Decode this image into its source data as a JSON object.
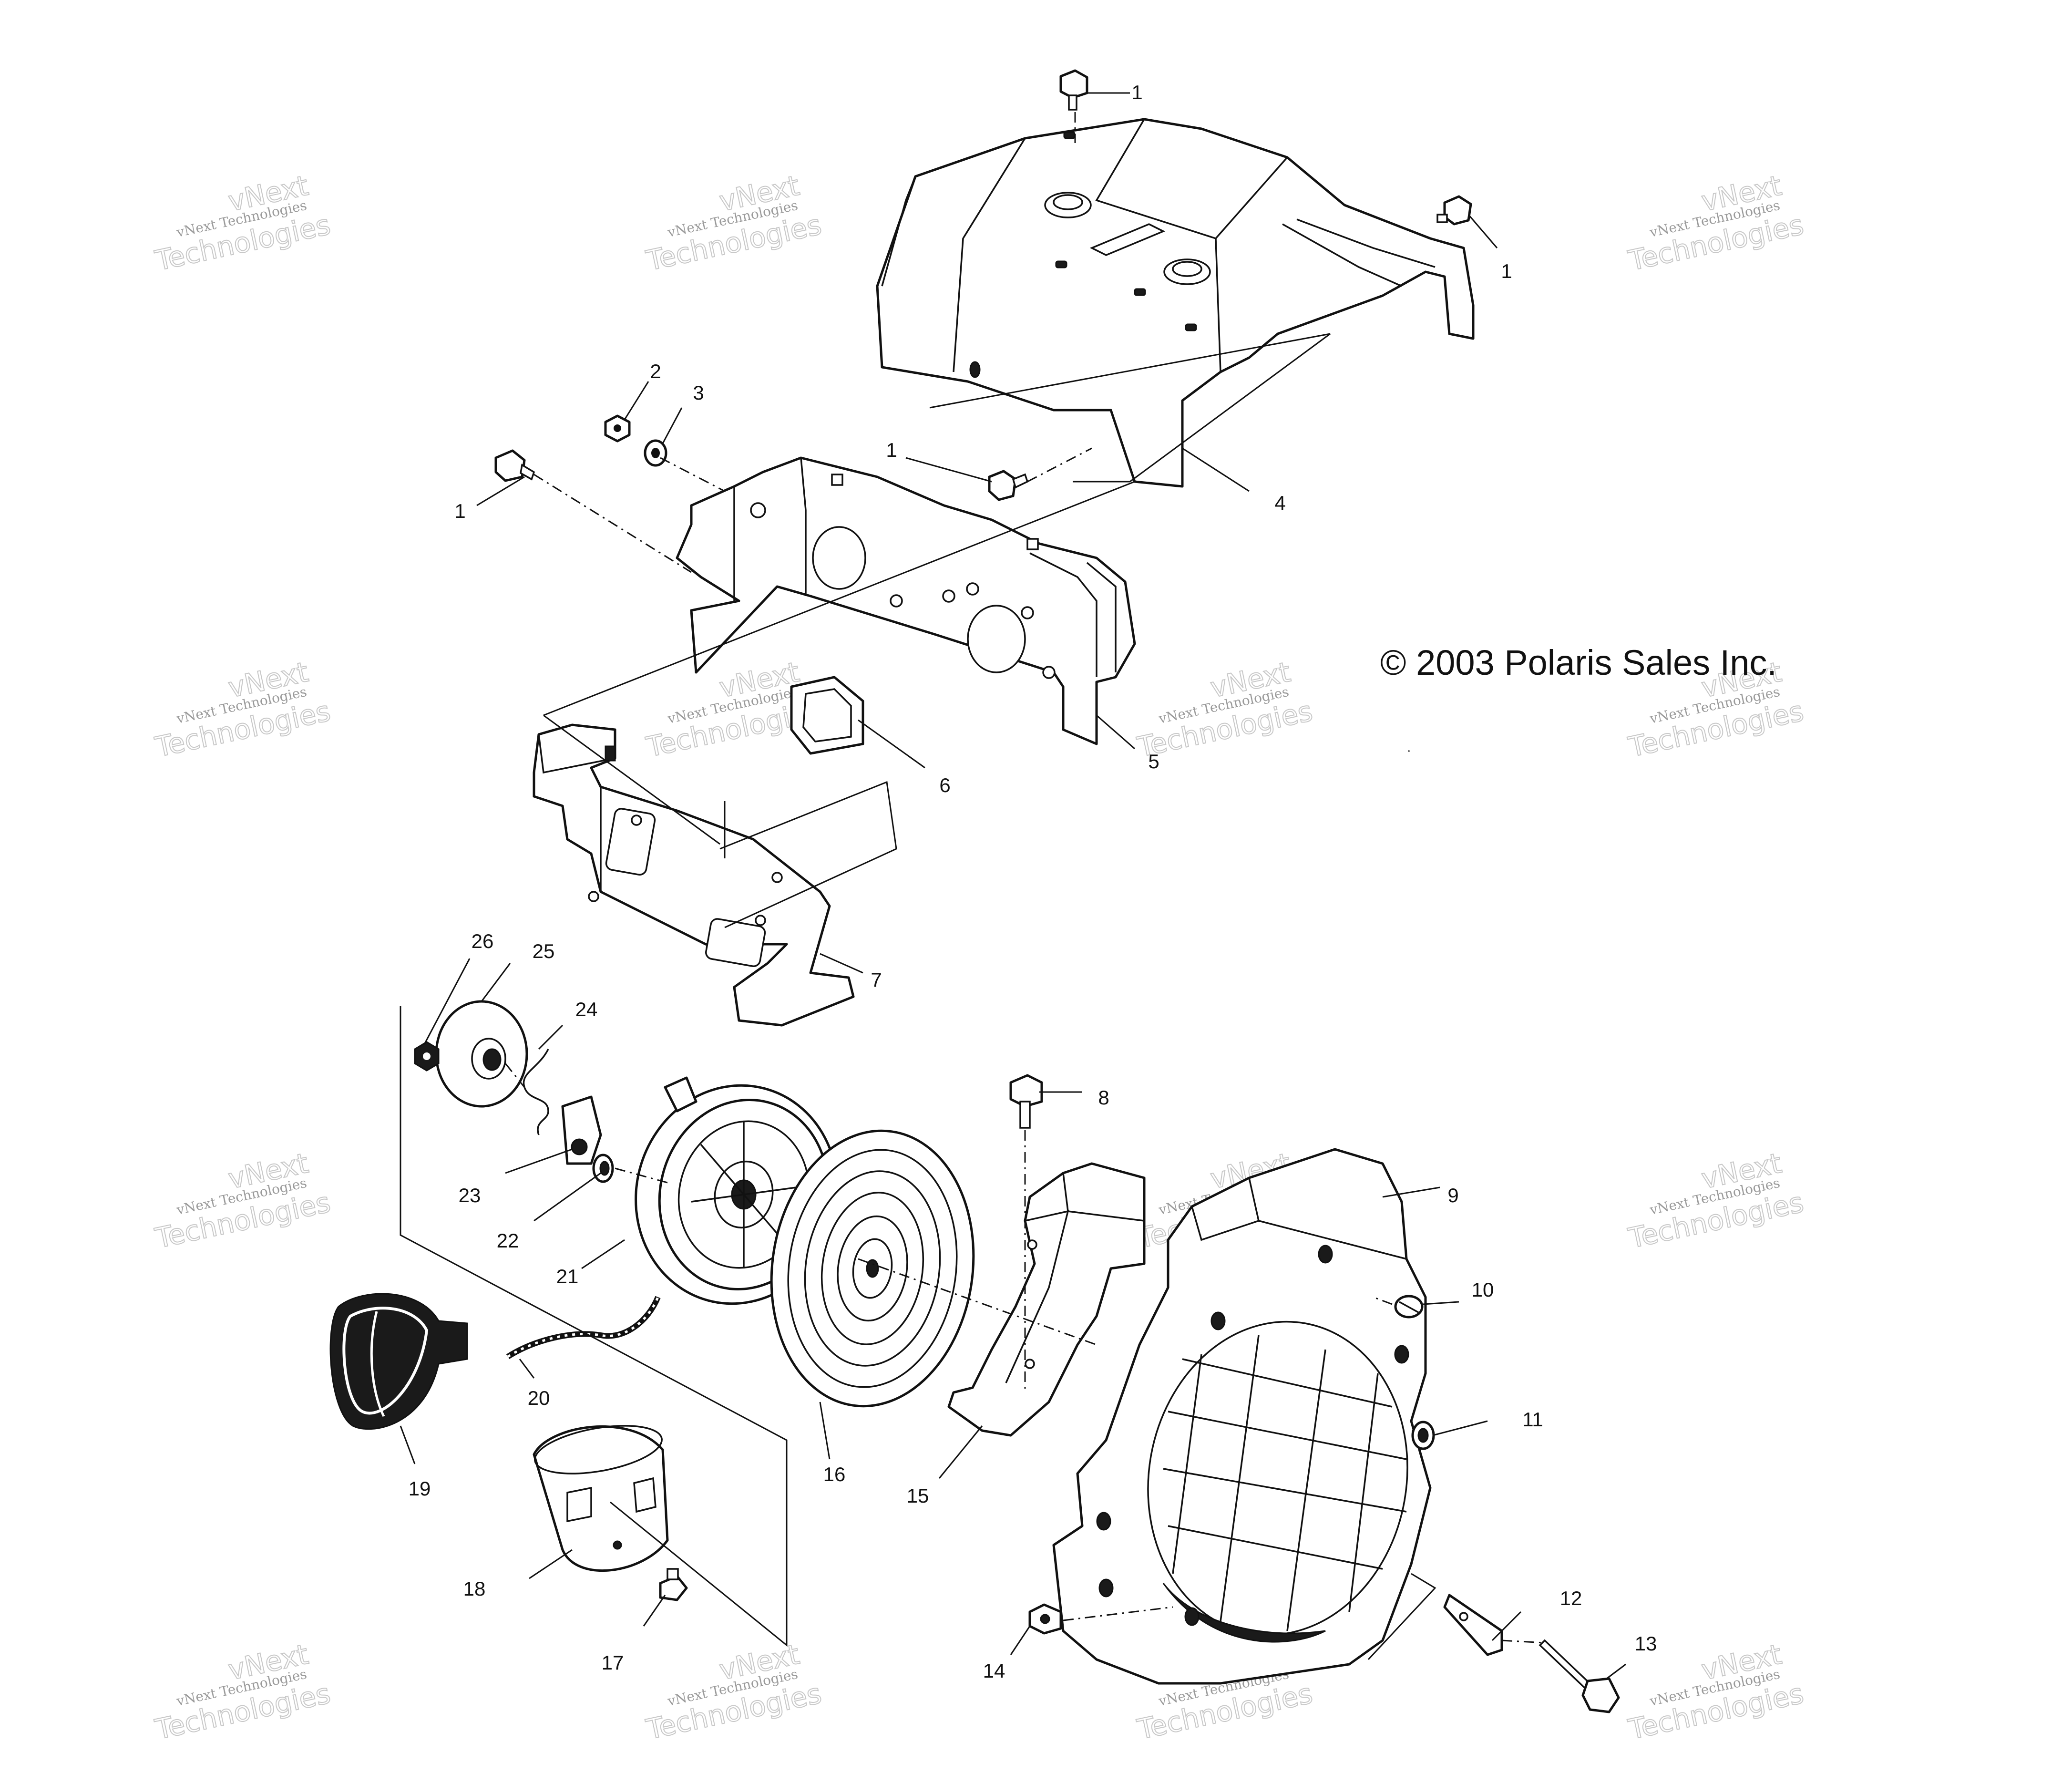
{
  "diagram": {
    "copyright": "© 2003 Polaris Sales Inc.",
    "watermark": {
      "line1": "vNext Technologies",
      "line2": "vNext",
      "line3": "Technologies"
    },
    "callouts": [
      {
        "id": "c1a",
        "label": "1"
      },
      {
        "id": "c1b",
        "label": "1"
      },
      {
        "id": "c1c",
        "label": "1"
      },
      {
        "id": "c1d",
        "label": "1"
      },
      {
        "id": "c2",
        "label": "2"
      },
      {
        "id": "c3",
        "label": "3"
      },
      {
        "id": "c4",
        "label": "4"
      },
      {
        "id": "c5",
        "label": "5"
      },
      {
        "id": "c6",
        "label": "6"
      },
      {
        "id": "c7",
        "label": "7"
      },
      {
        "id": "c8",
        "label": "8"
      },
      {
        "id": "c9",
        "label": "9"
      },
      {
        "id": "c10",
        "label": "10"
      },
      {
        "id": "c11",
        "label": "11"
      },
      {
        "id": "c12",
        "label": "12"
      },
      {
        "id": "c13",
        "label": "13"
      },
      {
        "id": "c14",
        "label": "14"
      },
      {
        "id": "c15",
        "label": "15"
      },
      {
        "id": "c16",
        "label": "16"
      },
      {
        "id": "c17",
        "label": "17"
      },
      {
        "id": "c18",
        "label": "18"
      },
      {
        "id": "c19",
        "label": "19"
      },
      {
        "id": "c20",
        "label": "20"
      },
      {
        "id": "c21",
        "label": "21"
      },
      {
        "id": "c22",
        "label": "22"
      },
      {
        "id": "c23",
        "label": "23"
      },
      {
        "id": "c24",
        "label": "24"
      },
      {
        "id": "c25",
        "label": "25"
      },
      {
        "id": "c26",
        "label": "26"
      }
    ]
  }
}
